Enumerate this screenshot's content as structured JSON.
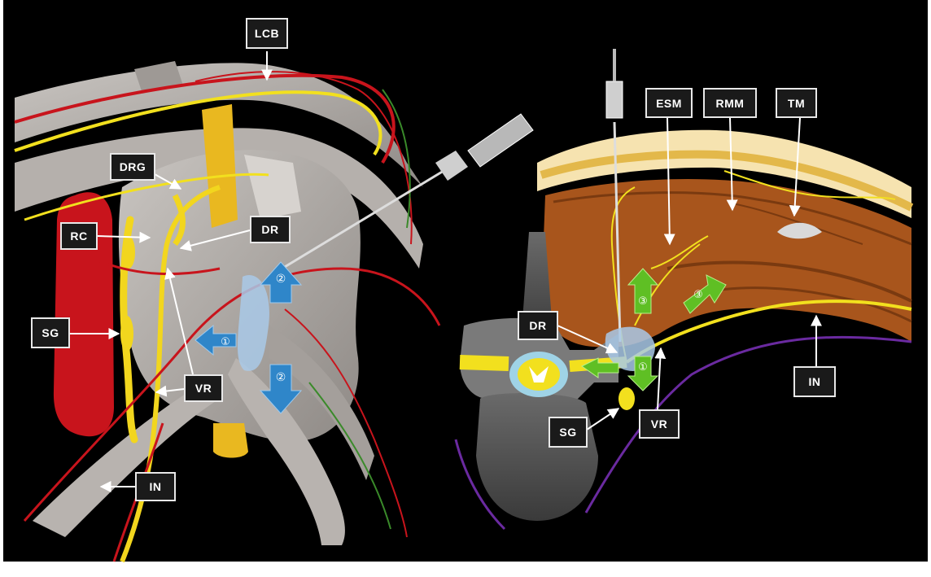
{
  "left_panel": {
    "labels": {
      "lcb": "LCB",
      "drg": "DRG",
      "dr": "DR",
      "rc": "RC",
      "sg": "SG",
      "vr": "VR",
      "in": "IN"
    },
    "arrow_numbers": [
      "①",
      "②",
      "②"
    ]
  },
  "right_panel": {
    "labels": {
      "esm": "ESM",
      "rmm": "RMM",
      "tm": "TM",
      "dr": "DR",
      "in": "IN",
      "sg": "SG",
      "vr": "VR"
    },
    "arrow_numbers": [
      "①",
      "③",
      "③"
    ]
  },
  "colors": {
    "background": "#000000",
    "nerve": "#f2e01e",
    "artery": "#c8141c",
    "muscle": "#a8551c",
    "bone": "#a9a4a0",
    "injectate_left": "#2f86c9",
    "injectate_right": "#5fbf24",
    "label_border": "#e8e8e8"
  }
}
